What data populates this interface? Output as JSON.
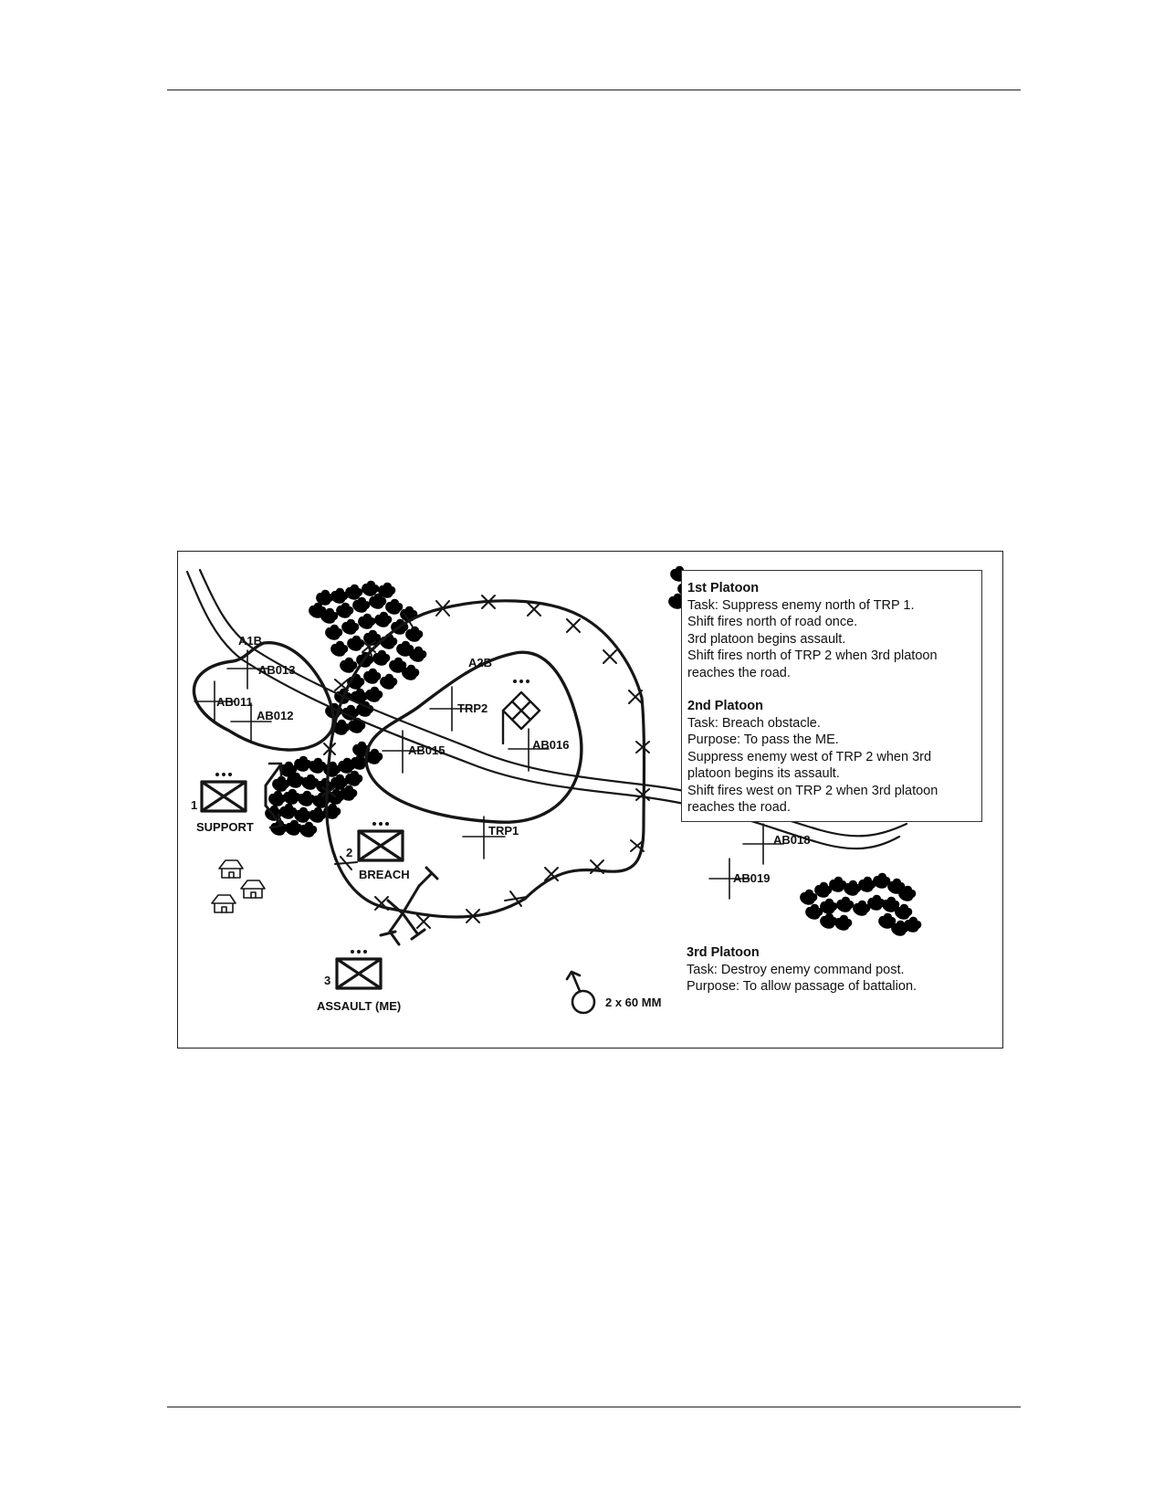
{
  "figure": {
    "labels": {
      "a1b": "A1B",
      "a2b": "A2B",
      "ab011": "AB011",
      "ab012": "AB012",
      "ab013": "AB013",
      "ab015": "AB015",
      "ab016": "AB016",
      "ab018": "AB018",
      "ab019": "AB019",
      "trp1": "TRP1",
      "trp2": "TRP2"
    },
    "units": {
      "support": {
        "number": "1",
        "label": "SUPPORT"
      },
      "breach": {
        "number": "2",
        "label": "BREACH"
      },
      "assault": {
        "number": "3",
        "label": "ASSAULT (ME)"
      },
      "mortar": {
        "label": "2 x 60 MM"
      }
    },
    "notes": {
      "platoon1": {
        "title": "1st Platoon",
        "lines": [
          "Task: Suppress enemy north of TRP 1.",
          "Shift fires north of road once.",
          "3rd platoon begins assault.",
          "Shift fires north of TRP 2 when 3rd platoon",
          "reaches the road."
        ]
      },
      "platoon2": {
        "title": "2nd Platoon",
        "lines": [
          "Task: Breach obstacle.",
          "Purpose: To pass the ME.",
          "Suppress enemy west of TRP 2 when 3rd",
          "platoon begins its assault.",
          "Shift fires west on TRP 2 when 3rd platoon",
          "reaches the road."
        ]
      },
      "platoon3": {
        "title": "3rd Platoon",
        "lines": [
          "Task: Destroy enemy command post.",
          "Purpose: To allow passage of battalion."
        ]
      }
    }
  }
}
